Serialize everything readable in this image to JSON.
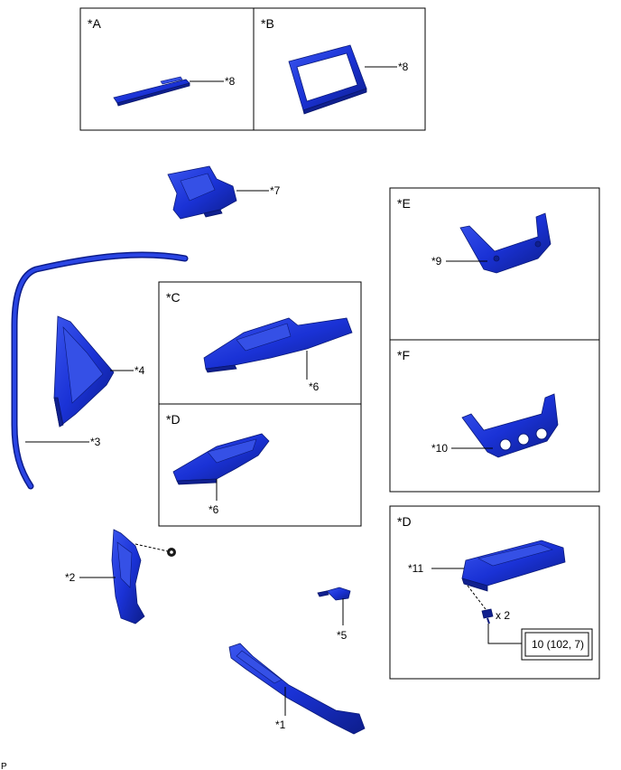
{
  "boxes": {
    "A": "*A",
    "B": "*B",
    "C": "*C",
    "D1": "*D",
    "E": "*E",
    "F": "*F",
    "D2": "*D"
  },
  "callouts": {
    "a8": "*8",
    "b8": "*8",
    "p7": "*7",
    "p4": "*4",
    "p3": "*3",
    "c6": "*6",
    "d6": "*6",
    "p2": "*2",
    "p5": "*5",
    "p1": "*1",
    "p9": "*9",
    "p10": "*10",
    "p11": "*11"
  },
  "fastener_qty": "x 2",
  "torque_spec": "10 (102, 7)",
  "footer": "P",
  "colors": {
    "part_main": "#1a32d6",
    "part_dark": "#10208f",
    "part_light": "#3550e6"
  }
}
